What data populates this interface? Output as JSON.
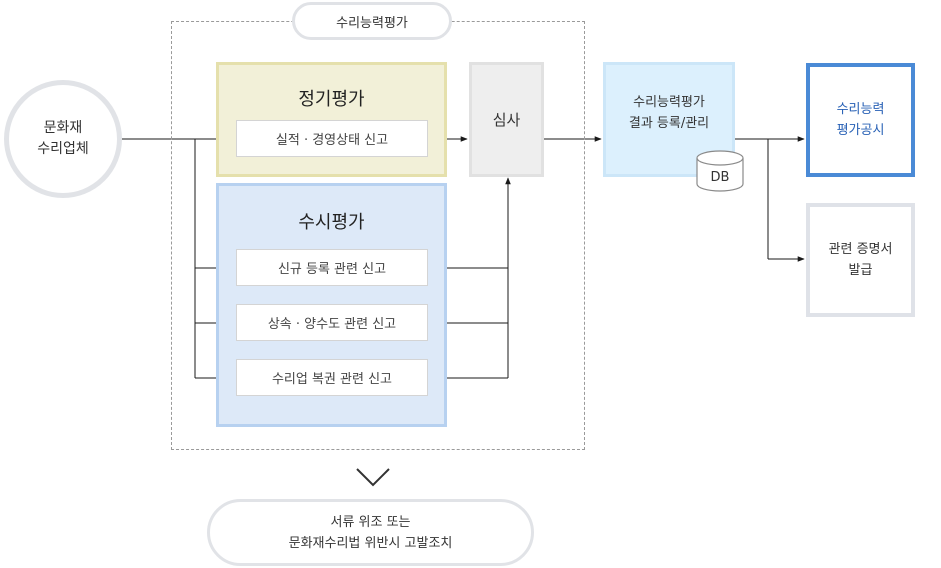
{
  "section_title": "수리능력평가",
  "source": {
    "line1": "문화재",
    "line2": "수리업체"
  },
  "regular_eval": {
    "title": "정기평가",
    "items": [
      "실적 · 경영상태 신고"
    ]
  },
  "frequent_eval": {
    "title": "수시평가",
    "items": [
      "신규 등록 관련 신고",
      "상속 · 양수도 관련 신고",
      "수리업 복권 관련 신고"
    ]
  },
  "review": {
    "label": "심사"
  },
  "result": {
    "line1": "수리능력평가",
    "line2": "결과 등록/관리",
    "db_label": "DB"
  },
  "announcement": {
    "line1": "수리능력",
    "line2": "평가공시"
  },
  "certificate": {
    "line1": "관련 증명서",
    "line2": "발급"
  },
  "violation": {
    "line1": "서류 위조 또는",
    "line2": "문화재수리법 위반시 고발조치"
  },
  "colors": {
    "line": "#1a1a1a",
    "dash": "#9a9a9a",
    "regular_fill": "#f2f0d8",
    "frequent_fill": "#dde9f8",
    "result_fill": "#dcf0fd",
    "accent_blue": "#4a8ad6"
  }
}
